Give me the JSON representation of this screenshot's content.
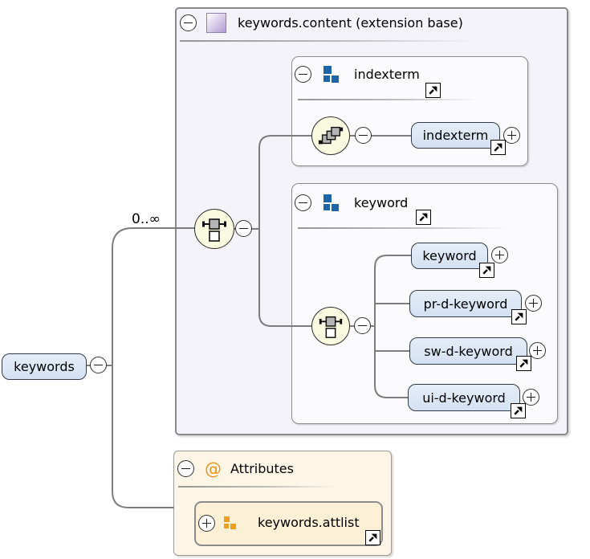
{
  "diagram": {
    "title": "keywords.content (extension base)",
    "cardinality": "0..∞",
    "root": {
      "label": "keywords"
    },
    "groups": {
      "indexterm": {
        "title": "indexterm",
        "element": "indexterm"
      },
      "keyword": {
        "title": "keyword",
        "elements": [
          "keyword",
          "pr-d-keyword",
          "sw-d-keyword",
          "ui-d-keyword"
        ]
      }
    },
    "attributes": {
      "title": "Attributes",
      "at_glyph": "@",
      "attlist": "keywords.attlist"
    },
    "colors": {
      "element_fill": "#d9e4f4",
      "element_border": "#333a47",
      "content_box_fill": "#f5f3fa",
      "group_box_fill": "#fbfbfe",
      "attributes_box_fill": "#fdf6e7",
      "attlist_box_fill": "#fcf0d7",
      "compositor_fill": "#fafae1",
      "group_icon_blue": "#1e65a7",
      "attr_icon_orange": "#ed9f1f",
      "type_icon_purple": "#b29cd2",
      "wire_gray": "#7d7d7d"
    }
  }
}
